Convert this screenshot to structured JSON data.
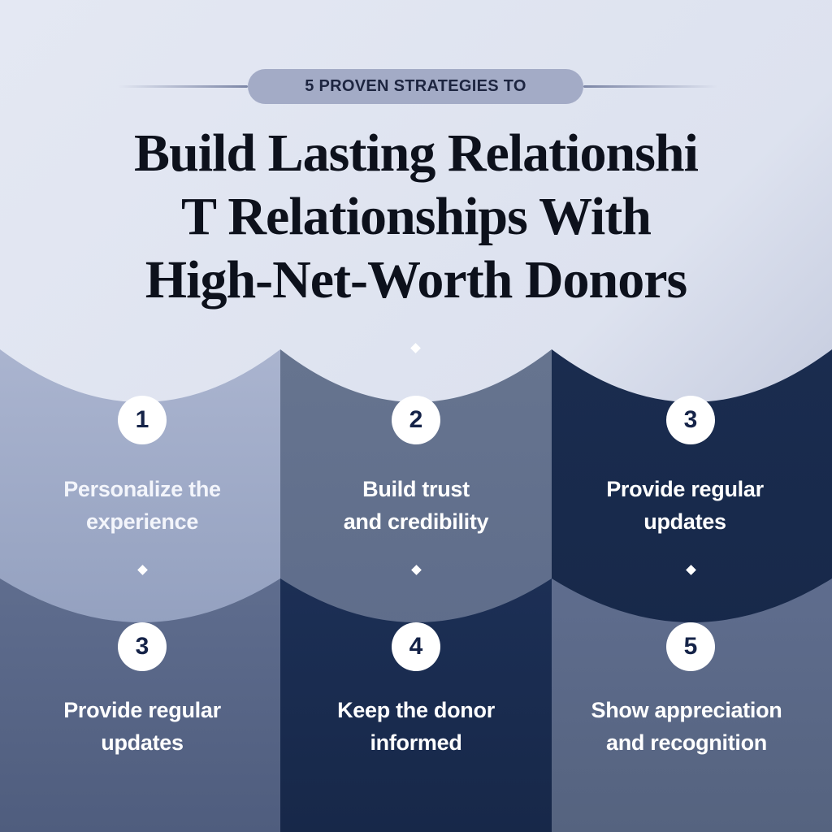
{
  "header": {
    "kicker": "5 PROVEN STRATEGIES TO",
    "title_lines": [
      "Build Lasting Relationshi",
      "T Relationships With",
      "High-Net-Worth Donors"
    ]
  },
  "strategies": [
    {
      "number": "1",
      "lines": [
        "Personalize the",
        "experience"
      ]
    },
    {
      "number": "2",
      "lines": [
        "Build trust",
        "and credibility"
      ]
    },
    {
      "number": "3",
      "lines": [
        "Provide regular",
        "updates"
      ]
    },
    {
      "number": "3",
      "lines": [
        "Provide regular",
        "updates"
      ]
    },
    {
      "number": "4",
      "lines": [
        "Keep the donor",
        "informed"
      ]
    },
    {
      "number": "5",
      "lines": [
        "Show appreciation",
        "and recognition"
      ]
    }
  ],
  "colors": {
    "top_background": "#e1e5f1",
    "pill": "#a3abc6",
    "title_text": "#0d111c",
    "panel_light": "#97a2c1",
    "panel_mid": "#5d6b8c",
    "panel_dark": "#172a4d",
    "badge_bg": "#ffffff",
    "badge_text": "#152348"
  }
}
